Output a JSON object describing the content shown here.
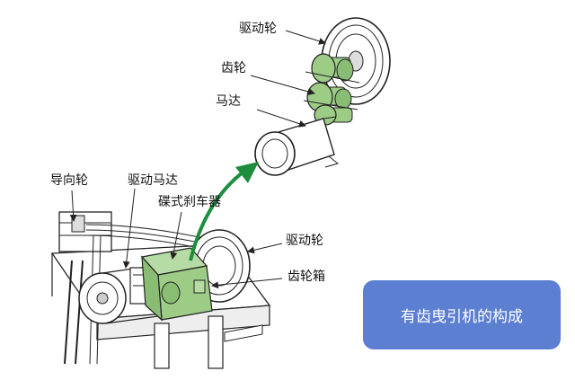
{
  "labels": {
    "drive_sheave_top": "驱动轮",
    "gear": "齿轮",
    "motor": "马达",
    "guide_wheel": "导向轮",
    "drive_motor": "驱动马达",
    "disc_brake": "碟式刹车器",
    "drive_sheave_bottom": "驱动轮",
    "gearbox": "齿轮箱"
  },
  "caption": "有齿曳引机的构成",
  "colors": {
    "gear_green": "#9ccc86",
    "arrow_green": "#1e8e3e",
    "caption_bg": "#5d7fd2",
    "line": "#222222"
  }
}
